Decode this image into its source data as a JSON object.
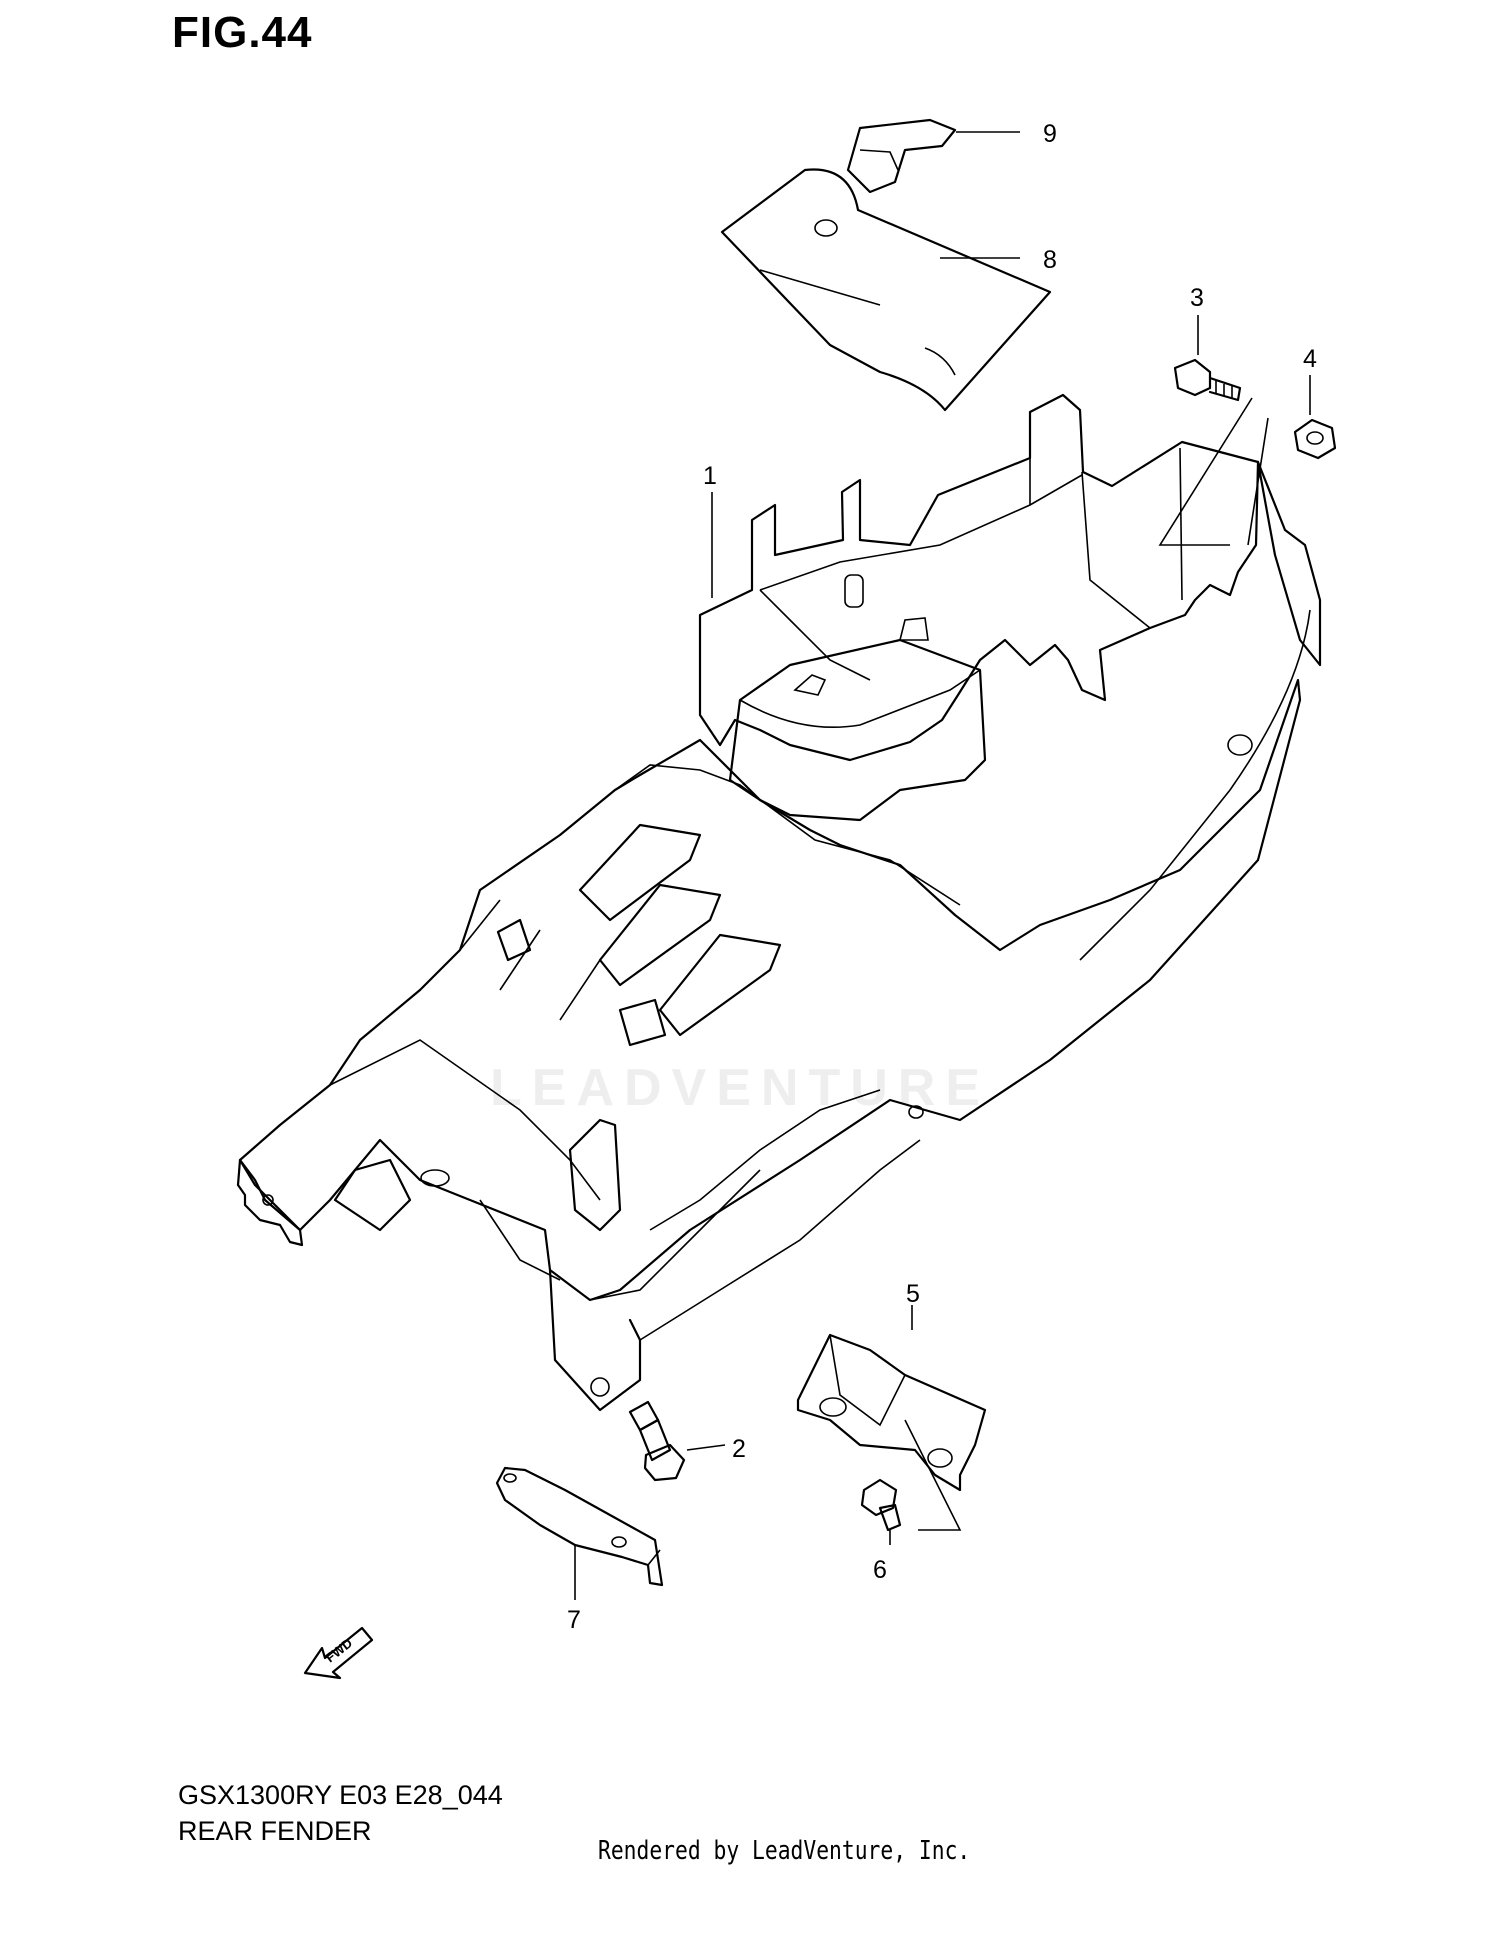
{
  "figure": {
    "title": "FIG.44",
    "model_code": "GSX1300RY E03 E28_044",
    "section_name": "REAR FENDER",
    "rendered_by": "Rendered by LeadVenture, Inc.",
    "watermark": "LEADVENTURE"
  },
  "callouts": [
    {
      "number": "1",
      "part": "rear fender"
    },
    {
      "number": "2",
      "part": "bolt"
    },
    {
      "number": "3",
      "part": "bolt"
    },
    {
      "number": "4",
      "part": "nut"
    },
    {
      "number": "5",
      "part": "bracket"
    },
    {
      "number": "6",
      "part": "bolt"
    },
    {
      "number": "7",
      "part": "plate"
    },
    {
      "number": "8",
      "part": "cover"
    },
    {
      "number": "9",
      "part": "strap"
    }
  ],
  "fwd_marker": "FWD"
}
